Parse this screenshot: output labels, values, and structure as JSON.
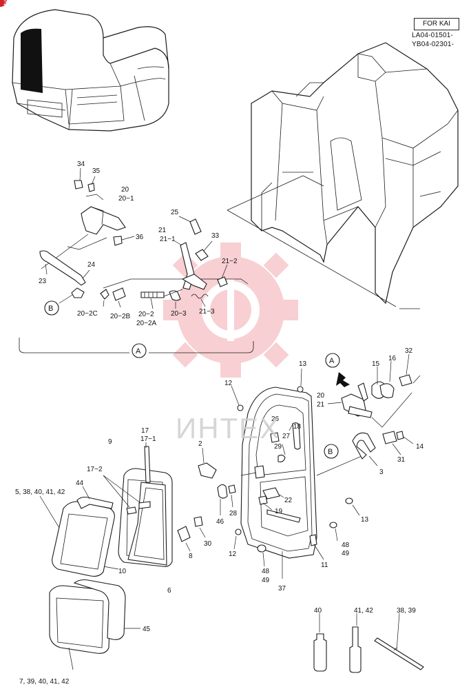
{
  "header": {
    "corner_badge": "2",
    "model_label": "FOR KAI",
    "serial_ranges": [
      "LA04-01501-",
      "YB04-02301-"
    ]
  },
  "watermark": {
    "text": "ИНТЕХ",
    "gear_color": "#f2a7ac"
  },
  "callouts": {
    "c34": "34",
    "c35": "35",
    "c20": "20",
    "c20_1": "20−1",
    "c36": "36",
    "c23": "23",
    "c24": "24",
    "c20_2C": "20−2C",
    "c20_2B": "20−2B",
    "c20_2": "20−2",
    "c20_2A": "20−2A",
    "c20_3": "20−3",
    "c25": "25",
    "c21": "21",
    "c21_1": "21−1",
    "c33": "33",
    "c21_2": "21−2",
    "c21_3": "21−3",
    "c13a": "13",
    "c12a": "12",
    "c16": "16",
    "c15": "15",
    "c32": "32",
    "c20b": "20",
    "c21b": "21",
    "c26": "26",
    "c18": "18",
    "c27": "27",
    "c29": "29",
    "c14": "14",
    "c31": "31",
    "c3": "3",
    "c2": "2",
    "c22": "22",
    "c19": "19",
    "c28": "28",
    "c46": "46",
    "c13b": "13",
    "c48a": "48",
    "c49a": "49",
    "c12b": "12",
    "c48b": "48",
    "c49b": "49",
    "c11": "11",
    "c37": "37",
    "c17": "17",
    "c17_1": "17−1",
    "c9": "9",
    "c17_2": "17−2",
    "c44": "44",
    "c5group": "5, 38, 40, 41, 42",
    "c10": "10",
    "c8": "8",
    "c30": "30",
    "c6": "6",
    "c45": "45",
    "c7group": "7, 39, 40, 41, 42",
    "c40": "40",
    "c41_42": "41, 42",
    "c38_39": "38, 39"
  },
  "reference_marks": {
    "A": "A",
    "B": "B"
  }
}
